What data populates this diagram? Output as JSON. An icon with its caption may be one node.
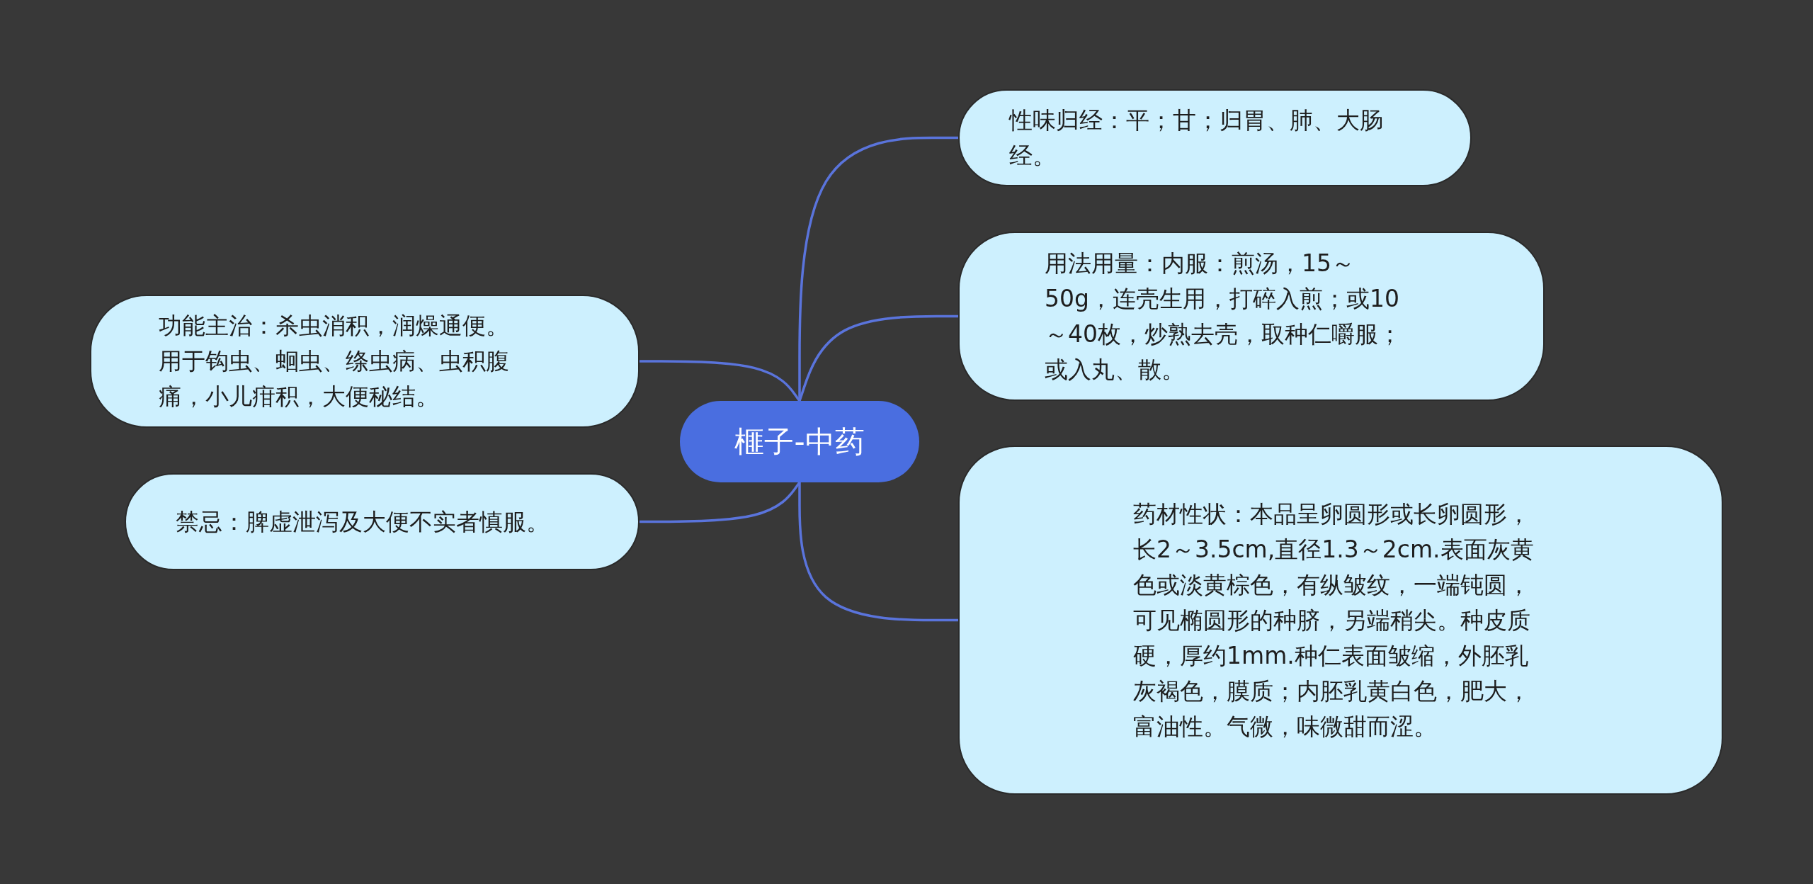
{
  "diagram": {
    "nodes": [
      {
        "text": [
          "榧子-中药"
        ]
      },
      {
        "text": [
          "性味归经：平；甘；归胃、肺、大肠经。"
        ]
      },
      {
        "text": [
          "用法用量：内服：煎汤，15～50g，连壳生用，打碎入煎；或10～40枚，炒熟去壳，取种仁嚼服；或入丸、散。"
        ]
      },
      {
        "text": [
          "药材性状：本品呈卵圆形或长卵圆形，长2～3.5cm,直径1.3～2cm.表面灰黄色或淡黄棕色，有纵皱纹，一端钝圆，可见椭圆形的种脐，另端稍尖。种皮质硬，厚约1mm.种仁表面皱缩，外胚乳灰褐色，膜质；内胚乳黄白色，肥大，富油性。气微，味微甜而涩。"
        ]
      },
      {
        "text": [
          "功能主治：杀虫消积，润燥通便。用于钩虫、蛔虫、绦虫病、虫积腹痛，小儿疳积，大便秘结。"
        ]
      },
      {
        "text": [
          "禁忌：脾虚泄泻及大便不实者慎服。"
        ]
      }
    ],
    "edges": [
      {
        "from": 0,
        "to": 1,
        "arrow": "none"
      },
      {
        "from": 0,
        "to": 2,
        "arrow": "none"
      },
      {
        "from": 0,
        "to": 3,
        "arrow": "none"
      },
      {
        "from": 0,
        "to": 4,
        "arrow": "none"
      },
      {
        "from": 0,
        "to": 5,
        "arrow": "none"
      }
    ]
  }
}
